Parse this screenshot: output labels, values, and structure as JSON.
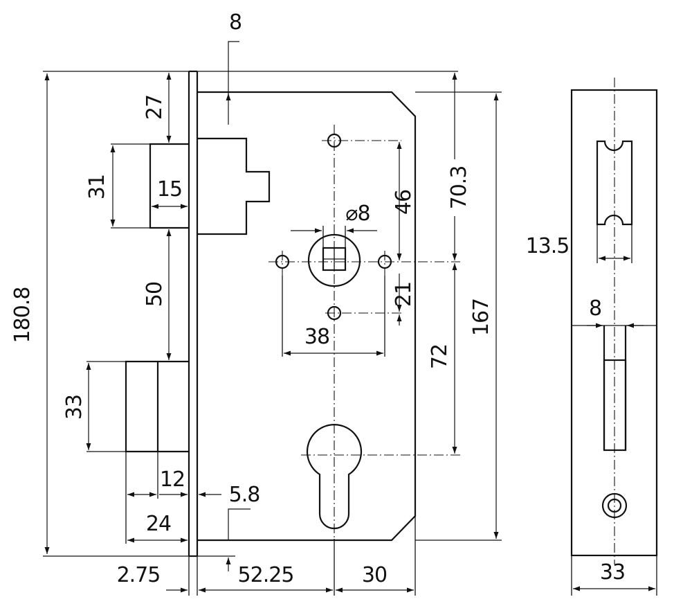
{
  "front_view": {
    "dimensions": {
      "total_height": "180.8",
      "faceplate_thickness": "2.75",
      "backset": "52.25",
      "cylinder_to_back": "30",
      "top_offset": "8",
      "bottom_offset": "5.8",
      "to_latch": "27",
      "latch_height": "31",
      "latch_projection": "15",
      "latch_to_bolt": "50",
      "bolt_height": "33",
      "bolt_step": "12",
      "bolt_projection": "24",
      "follower_spindle": "⌀8",
      "screw_spacing_horizontal": "38",
      "screw_to_follower_top": "46",
      "screw_to_follower_bottom": "21",
      "follower_to_top": "70.3",
      "follower_to_cylinder": "72",
      "case_height": "167"
    }
  },
  "side_view": {
    "dimensions": {
      "latch_width": "13.5",
      "bolt_width": "8",
      "faceplate_width": "33"
    }
  }
}
